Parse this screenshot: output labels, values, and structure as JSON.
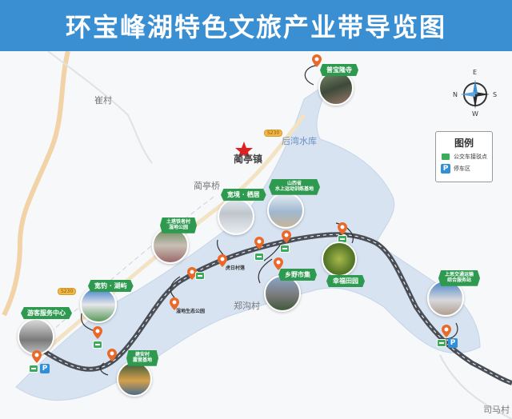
{
  "header": {
    "title": "环宝峰湖特色文旅产业带导览图"
  },
  "colors": {
    "header_bg": "#3a8fd3",
    "water": "#d7e3f1",
    "road_main": "#4a4f57",
    "tag_green": "#2e9a4f",
    "pin_orange": "#e8692a",
    "highway": "#f2d3a7",
    "star_red": "#e02020"
  },
  "compass": {
    "top": "E",
    "left": "N",
    "right": "S",
    "bottom": "W"
  },
  "legend": {
    "title": "图例",
    "items": [
      {
        "icon": "bus-stop-icon",
        "label": "公交车接驳点"
      },
      {
        "icon": "parking-icon",
        "label": "停车区"
      }
    ]
  },
  "places": {
    "cuicun": "崔村",
    "town": "蔺亭镇",
    "bridge": "蔺亭桥",
    "reservoir": "后湾水库",
    "zhenggou": "郑沟村",
    "sima": "司马村",
    "road_b1": "S230",
    "road_b2": "S230"
  },
  "small_pois": {
    "village_a": "虎日村落",
    "park_a": "湿地生态公园"
  },
  "spots": [
    {
      "id": "temple",
      "label": "普宝隆寺"
    },
    {
      "id": "kuanjing",
      "label": "宽境 · 栖居"
    },
    {
      "id": "water_sports",
      "label": "山西省\n水上运动训练基地"
    },
    {
      "id": "wetland",
      "label": "土塔铁者村\n湿地公园"
    },
    {
      "id": "rural_market",
      "label": "乡野市集"
    },
    {
      "id": "happy_garden",
      "label": "幸福田园"
    },
    {
      "id": "huanxi",
      "label": "宽钓 · 湖屿"
    },
    {
      "id": "service_center",
      "label": "游客服务中心"
    },
    {
      "id": "camp",
      "label": "建安村\n露营基地"
    },
    {
      "id": "east_station",
      "label": "上思交通运输\n综合服务站"
    }
  ]
}
